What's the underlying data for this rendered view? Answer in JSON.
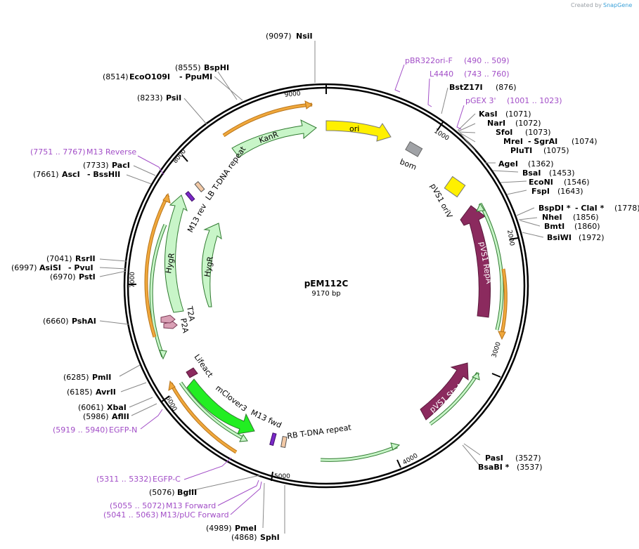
{
  "credit": {
    "prefix": "Created by",
    "brand": "SnapGene"
  },
  "plasmid": {
    "name": "pEM112C",
    "size": "9170 bp",
    "length": 9170
  },
  "ticks": [
    "1000",
    "2000",
    "3000",
    "4000",
    "5000",
    "6000",
    "7000",
    "8000",
    "9000"
  ],
  "colors": {
    "orange": "#f0a83c",
    "green_light": "#c8f5c8",
    "green_dark": "#63b85a",
    "yellow": "#fff000",
    "maroon": "#8b2a5e",
    "bright_green": "#22ee22",
    "pink": "#d9a0b5",
    "purple": "#7a28c8",
    "tan": "#f2c9a6",
    "grey": "#a0a2a6",
    "primer": "#a24ec7"
  },
  "sites": [
    {
      "pos": "(9097)",
      "name": "NsiI"
    },
    {
      "pos": "(8555)",
      "name": "BspHI"
    },
    {
      "pos": "(8514)",
      "name": "EcoO109I",
      "extra": "- PpuMI"
    },
    {
      "pos": "(8233)",
      "name": "PsiI"
    },
    {
      "pos": "(7733)",
      "name": "PacI"
    },
    {
      "pos": "(7661)",
      "name": "AscI",
      "extra": "- BssHII"
    },
    {
      "pos": "(7041)",
      "name": "RsrII"
    },
    {
      "pos": "(6997)",
      "name": "AsiSI",
      "extra": "- PvuI"
    },
    {
      "pos": "(6970)",
      "name": "PstI"
    },
    {
      "pos": "(6660)",
      "name": "PshAI"
    },
    {
      "pos": "(6285)",
      "name": "PmlI"
    },
    {
      "pos": "(6185)",
      "name": "AvrII"
    },
    {
      "pos": "(6061)",
      "name": "XbaI"
    },
    {
      "pos": "(5986)",
      "name": "AflII"
    },
    {
      "pos": "(5076)",
      "name": "BglII"
    },
    {
      "pos": "(4989)",
      "name": "PmeI"
    },
    {
      "pos": "(4868)",
      "name": "SphI"
    },
    {
      "name": "BstZ17I",
      "pos": "(876)"
    },
    {
      "name": "KasI",
      "pos": "(1071)"
    },
    {
      "name": "NarI",
      "pos": "(1072)"
    },
    {
      "name": "SfoI",
      "pos": "(1073)"
    },
    {
      "name": "MreI",
      "extra": "- SgrAI",
      "pos": "(1074)"
    },
    {
      "name": "PluTI",
      "pos": "(1075)"
    },
    {
      "name": "AgeI",
      "pos": "(1362)"
    },
    {
      "name": "BsaI",
      "pos": "(1453)"
    },
    {
      "name": "EcoNI",
      "pos": "(1546)"
    },
    {
      "name": "FspI",
      "pos": "(1643)"
    },
    {
      "name": "BspDI *",
      "extra": "- ClaI *",
      "pos": "(1778)"
    },
    {
      "name": "NheI",
      "pos": "(1856)"
    },
    {
      "name": "BmtI",
      "pos": "(1860)"
    },
    {
      "name": "BsiWI",
      "pos": "(1972)"
    },
    {
      "name": "PasI",
      "pos": "(3527)"
    },
    {
      "name": "BsaBI *",
      "pos": "(3537)"
    }
  ],
  "primers": [
    {
      "name": "pBR322ori-F",
      "range": "(490 .. 509)"
    },
    {
      "name": "L4440",
      "range": "(743 .. 760)"
    },
    {
      "name": "pGEX 3'",
      "range": "(1001 .. 1023)"
    },
    {
      "range": "(7751 .. 7767)",
      "name": "M13 Reverse"
    },
    {
      "range": "(5919 .. 5940)",
      "name": "EGFP-N"
    },
    {
      "range": "(5311 .. 5332)",
      "name": "EGFP-C"
    },
    {
      "range": "(5055 .. 5072)",
      "name": "M13 Forward"
    },
    {
      "range": "(5041 .. 5063)",
      "name": "M13/pUC Forward"
    }
  ],
  "features": {
    "kanr": "KanR",
    "ori": "ori",
    "bom": "bom",
    "pvs1_oriv": "pVS1 oriV",
    "pvs1_repa": "pVS1 RepA",
    "pvs1_staa": "pVS1 StaA",
    "hygr_outer": "HygR",
    "hygr_inner": "HygR",
    "lb": "LB T-DNA repeat",
    "m13rev": "M13 rev",
    "t2a": "T2A",
    "p2a": "P2A",
    "lifeact": "Lifeact",
    "mclover": "mClover3",
    "m13fwd": "M13 fwd",
    "rb": "RB T-DNA repeat"
  }
}
